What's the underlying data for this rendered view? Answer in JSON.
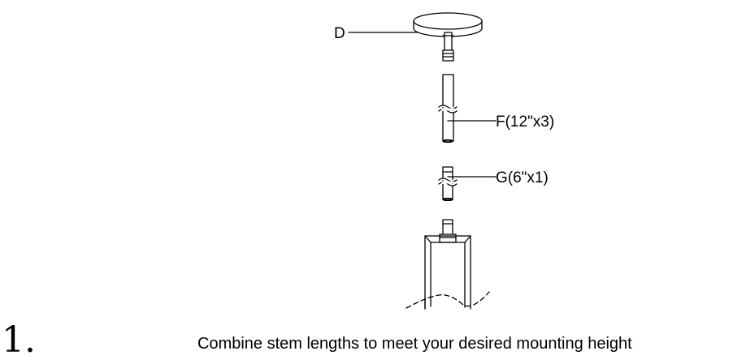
{
  "labels": {
    "canopy": "D",
    "long_stem": "F(12\"x3)",
    "short_stem": "G(6\"x1)"
  },
  "step": {
    "number": "1.",
    "instruction": "Combine stem lengths to meet your desired mounting height"
  }
}
